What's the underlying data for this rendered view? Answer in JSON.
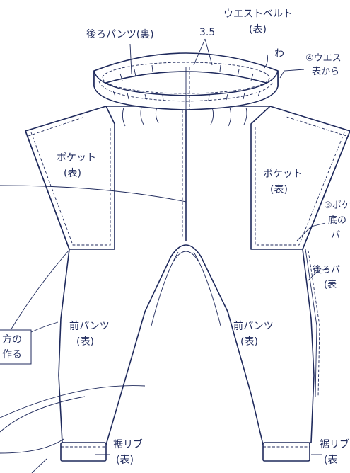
{
  "labels": {
    "back_pants_inner": "後ろパンツ(裏)",
    "waist_belt": "ウエストベルト",
    "waist_belt_face": "(表)",
    "measure": "3.5",
    "fold": "わ",
    "step4_line1": "④ウエス",
    "step4_line2": "表から",
    "pocket_left": "ポケット",
    "pocket_left_face": "(表)",
    "pocket_right": "ポケット",
    "pocket_right_face": "(表)",
    "step3_line1": "③ポケ",
    "step3_line2": "底の",
    "step3_line3": "パ",
    "back_pants_right": "後ろパ",
    "back_pants_right_face": "(表",
    "note_line1": "方の",
    "note_line2": "作る",
    "front_left": "前パンツ",
    "front_left_face": "(表)",
    "front_right": "前パンツ",
    "front_right_face": "(表)",
    "hem_rib_left": "裾リブ",
    "hem_rib_left_face": "(表)",
    "hem_rib_right": "裾リブ",
    "hem_rib_right_face": "(表"
  }
}
